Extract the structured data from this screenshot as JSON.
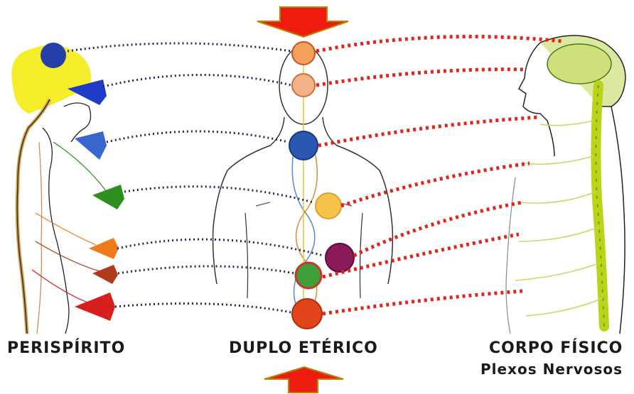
{
  "labels": {
    "perispirito": "PERISPÍRITO",
    "duplo_eterico": "DUPLO ETÉRICO",
    "corpo_fisico": "CORPO FÍSICO",
    "plexos_nervosos": "Plexos Nervosos"
  },
  "colors": {
    "arrow": "#ee1c0f",
    "arrow_edge": "#b98400",
    "left_dots": "#1d2a52",
    "right_dots": "#e0251b",
    "aura_yellow": "#f5ec2a",
    "chakra_crown": "#2440a8",
    "chakra_brow": "#1e3cc8",
    "chakra_throat": "#3a66d0",
    "chakra_heart": "#2f8f1e",
    "chakra_solar": "#f07a1e",
    "chakra_sacral": "#b03a1a",
    "chakra_root": "#d91e1e",
    "spine": "#b9d419"
  },
  "icons": {
    "top_arrow": "down-arrow-icon",
    "bottom_arrow": "up-arrow-icon"
  }
}
